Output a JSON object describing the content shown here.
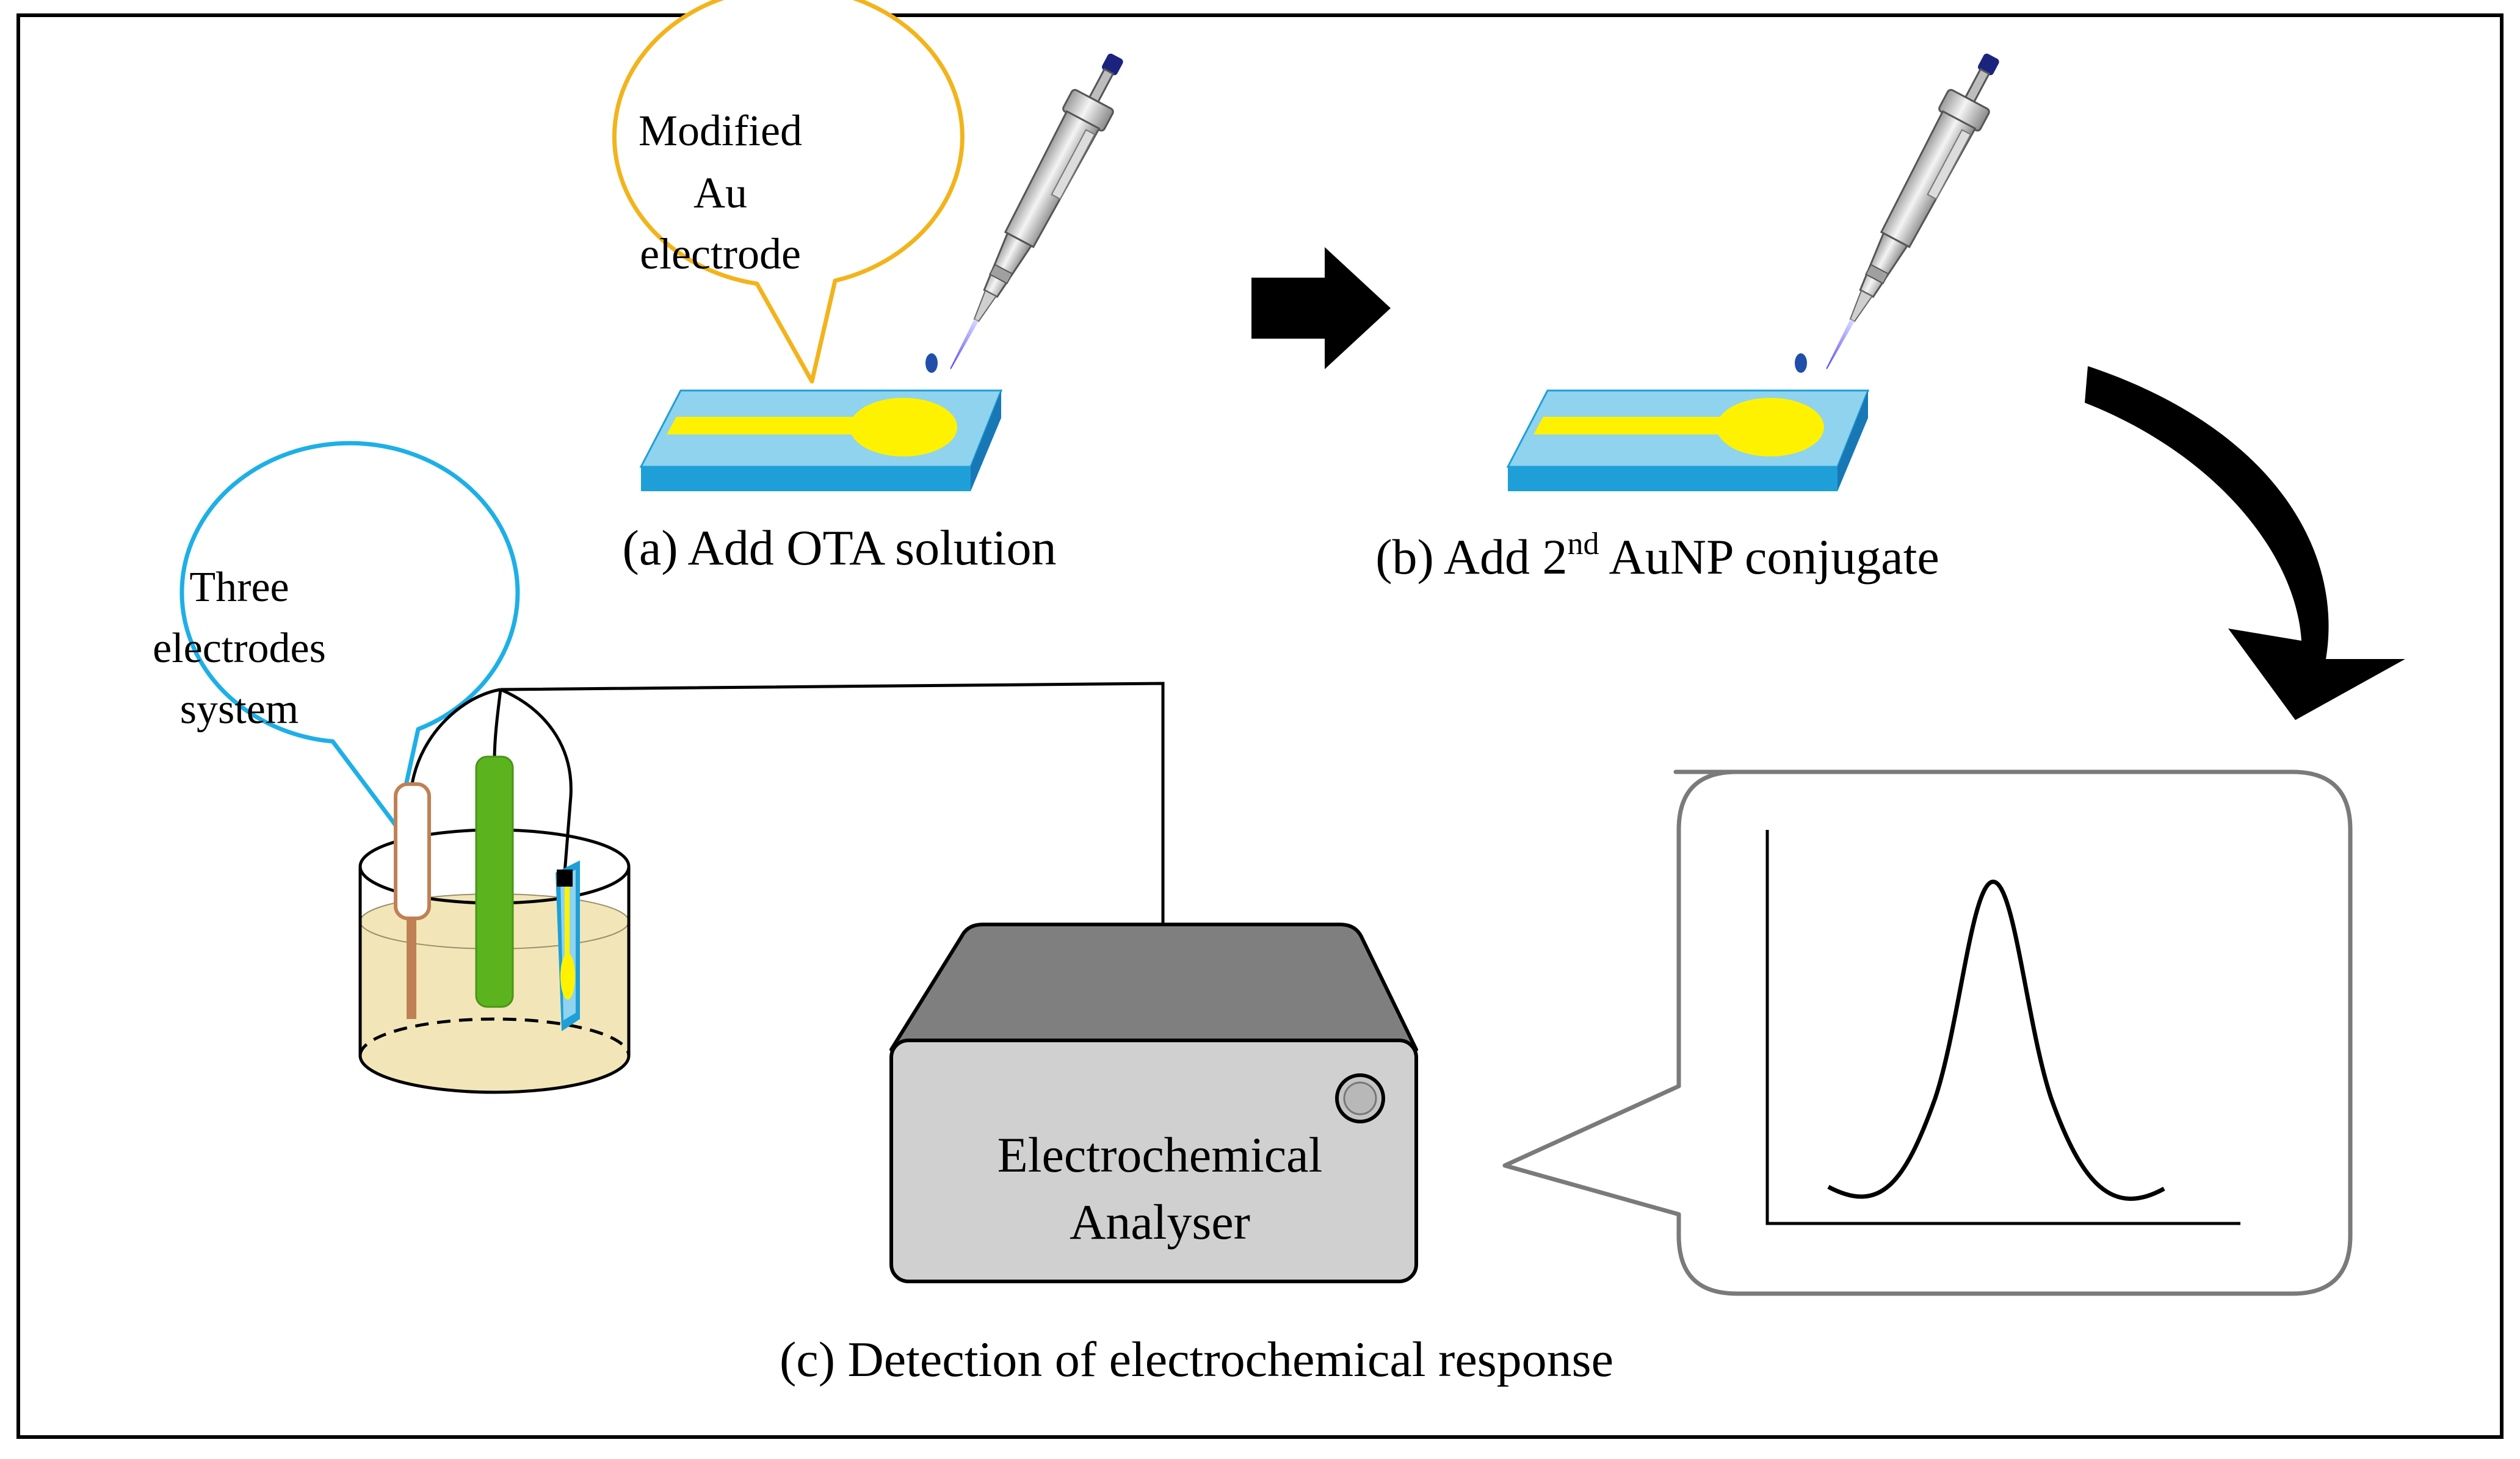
{
  "callouts": {
    "modified_electrode": [
      "Modified",
      "Au",
      "electrode"
    ],
    "three_electrodes": [
      "Three",
      "electrodes",
      "system"
    ]
  },
  "steps": {
    "a": "(a) Add OTA solution",
    "b_prefix": "(b) Add 2",
    "b_superscript": "nd",
    "b_suffix": " AuNP conjugate",
    "c": "(c) Detection of electrochemical response"
  },
  "analyser": {
    "label_line1": "Electrochemical",
    "label_line2": "Analyser"
  },
  "colors": {
    "callout_orange": "#F2B41C",
    "callout_blue": "#1EAFE6",
    "substrate_blue": "#8FD3EE",
    "substrate_side": "#1E9FD8",
    "gold": "#FFF200",
    "working_electrode_green": "#5BB41E",
    "reference_electrode_brown": "#C08055",
    "beaker_solution": "#F2E6B8",
    "analyser_top": "#7F7F7F",
    "analyser_front": "#D0D0D0"
  }
}
